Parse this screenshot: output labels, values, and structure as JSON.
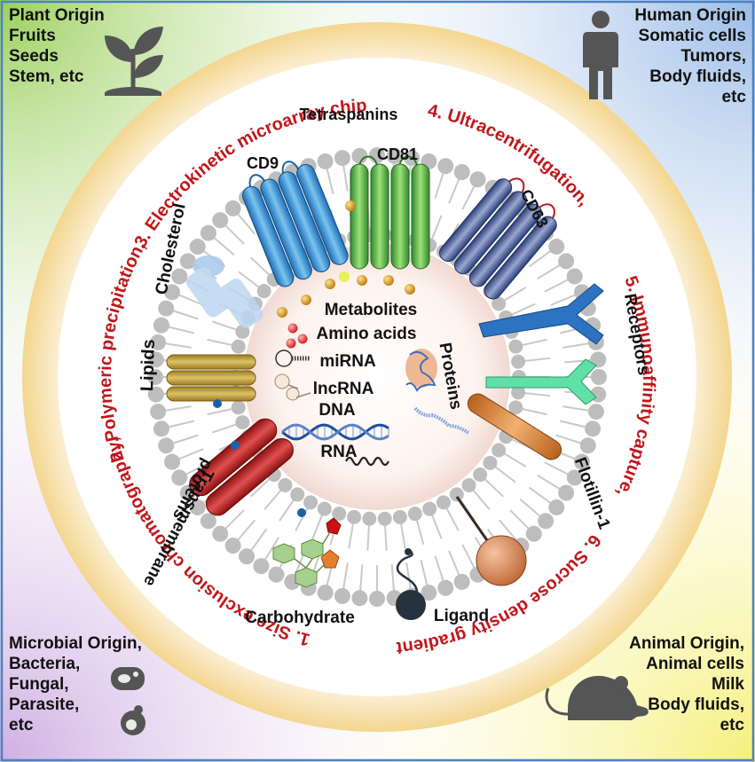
{
  "corners": {
    "plant": {
      "lines": [
        "Plant Origin",
        "Fruits",
        "Seeds",
        "Stem, etc"
      ],
      "icon": "plant-sprout-icon"
    },
    "human": {
      "lines": [
        "Human Origin",
        "Somatic cells",
        "Tumors,",
        "Body fluids,",
        "etc"
      ],
      "icon": "person-icon"
    },
    "microbial": {
      "lines": [
        "Microbial Origin,",
        "Bacteria,",
        "Fungal,",
        "Parasite,",
        "etc"
      ],
      "icon": "microbe-icon"
    },
    "animal": {
      "lines": [
        "Animal Origin,",
        "Animal cells",
        "Milk",
        "Body fluids,",
        "etc"
      ],
      "icon": "mouse-icon"
    }
  },
  "methods": [
    "1. Size exclusion chromatography,",
    "2. Polymeric precipitation,",
    "3. Electrokinetic microarray chip",
    "4. Ultracentrifugation,",
    "5. Immunoaffinity capture,",
    "6. Sucrose density gradient"
  ],
  "membrane_labels": {
    "tetraspanins": "Tetraspanins",
    "cd9": "CD9",
    "cd81": "CD81",
    "cd63": "CD63",
    "cholesterol": "Cholesterol",
    "lipids": "Lipids",
    "receptors": "Receptors",
    "flotillin": "Flotillin-1",
    "transmembrane": "Transmembrane",
    "proteins_tm": "proteins",
    "carbohydrate": "Carbohydrate",
    "ligand": "Ligand"
  },
  "cargo_labels": {
    "metabolites": "Metabolites",
    "amino_acids": "Amino acids",
    "mirna": "miRNA",
    "lncrna": "lncRNA",
    "dna": "DNA",
    "rna": "RNA",
    "proteins": "Proteins"
  },
  "colors": {
    "method_text": "#c0161b",
    "ring": "#f7e2b5",
    "membrane": "#bdbdbd",
    "plant_bg": "#8fca4a",
    "human_bg": "#8fb4e4",
    "microbe_bg": "#c9a6df",
    "animal_bg": "#f4ee6c",
    "border": "#4a82c4"
  }
}
